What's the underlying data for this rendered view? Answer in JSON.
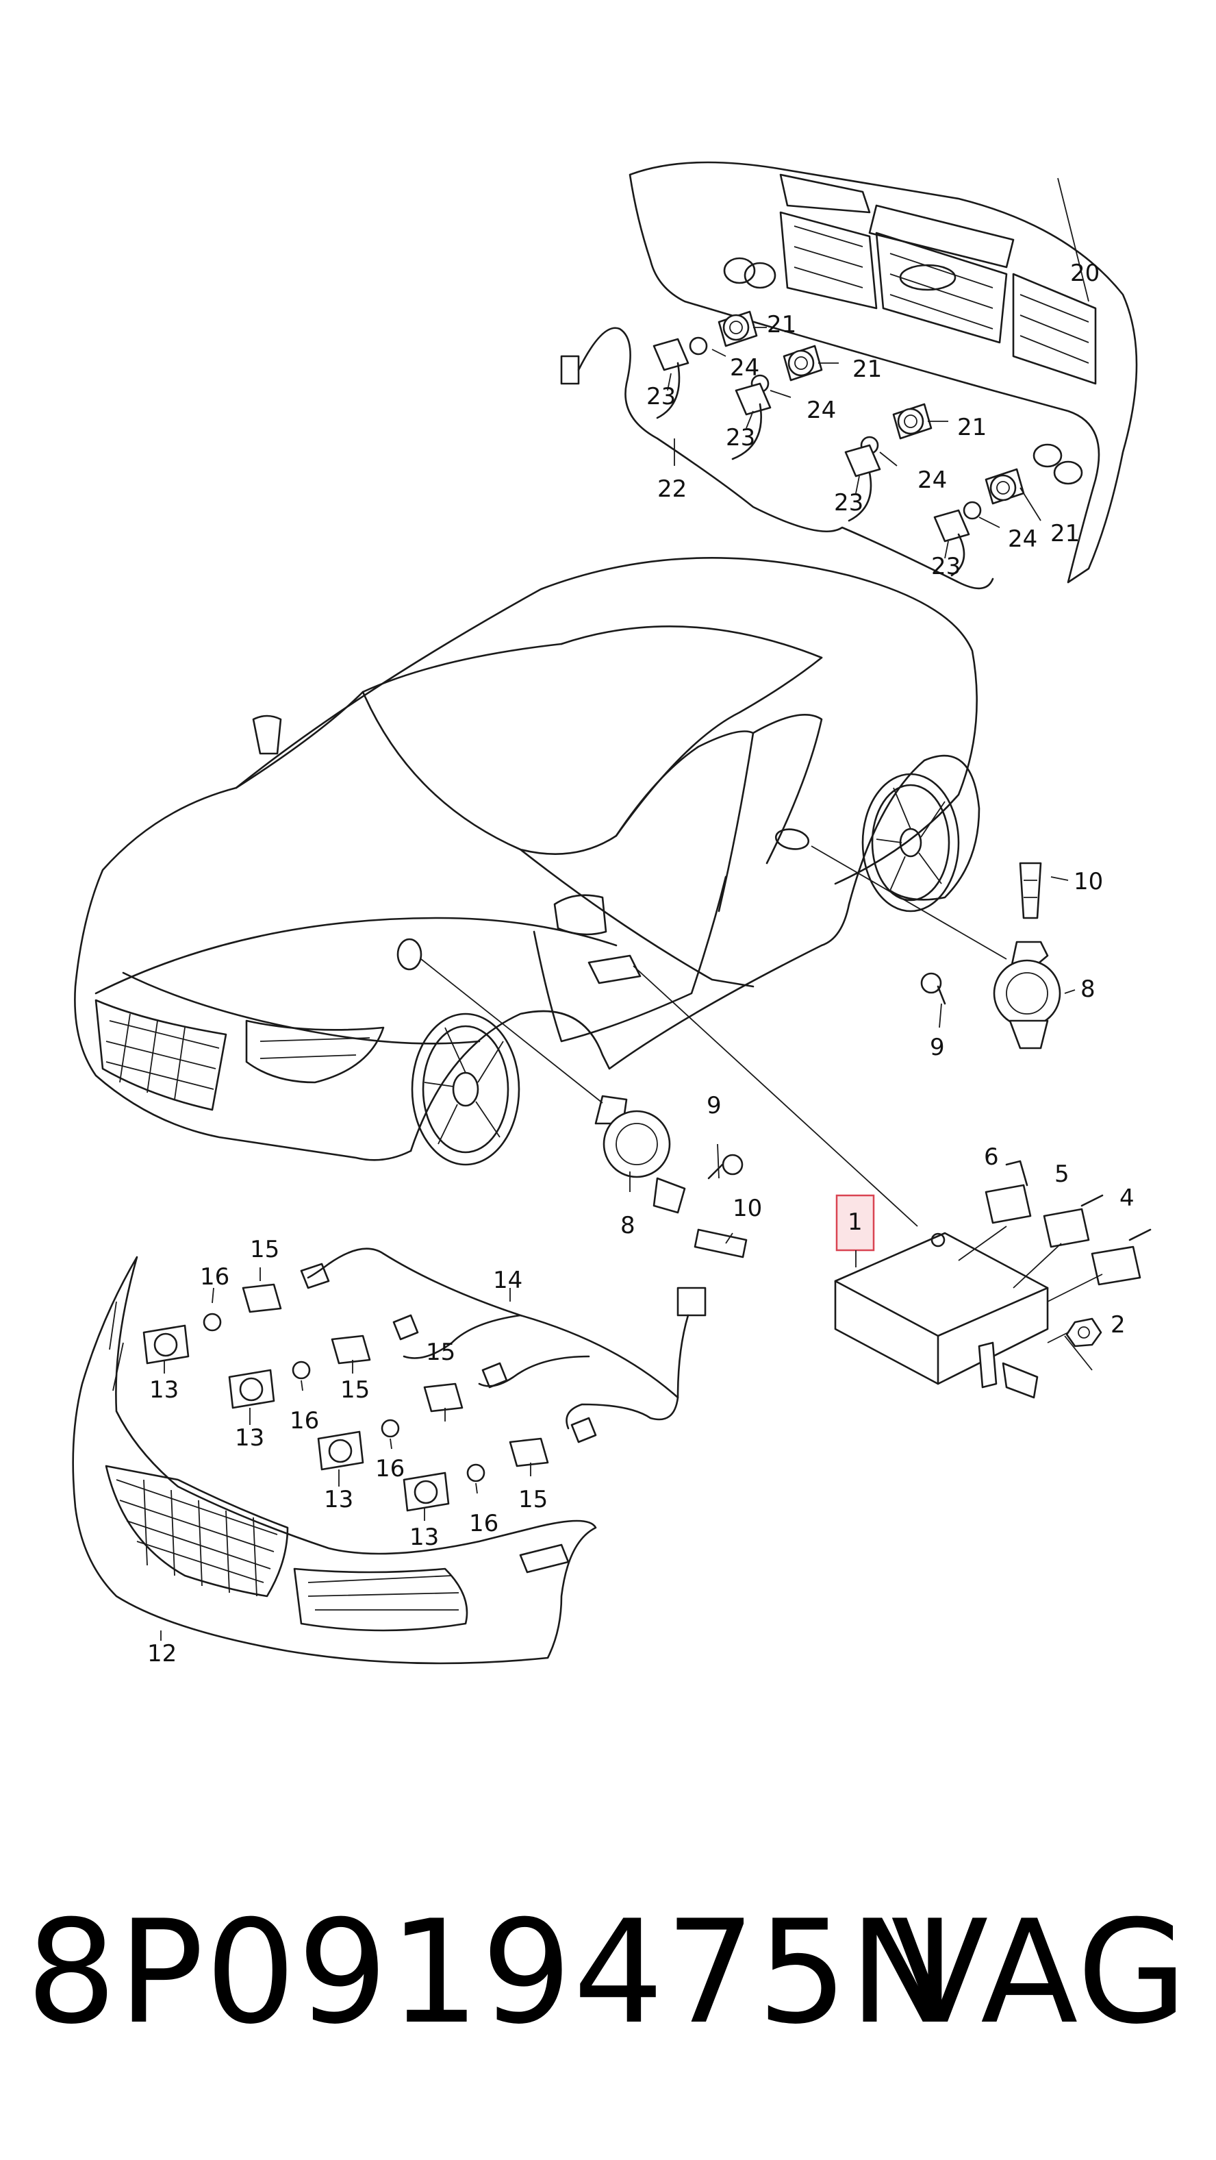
{
  "callouts": {
    "c1": "1",
    "c2": "2",
    "c4": "4",
    "c5": "5",
    "c6": "6",
    "c8a": "8",
    "c8b": "8",
    "c9a": "9",
    "c9b": "9",
    "c10a": "10",
    "c10b": "10",
    "c12": "12",
    "c13a": "13",
    "c13b": "13",
    "c13c": "13",
    "c13d": "13",
    "c14": "14",
    "c15a": "15",
    "c15b": "15",
    "c15c": "15",
    "c15d": "15",
    "c16a": "16",
    "c16b": "16",
    "c16c": "16",
    "c16d": "16",
    "c20": "20",
    "c21a": "21",
    "c21b": "21",
    "c21c": "21",
    "c21d": "21",
    "c22": "22",
    "c23a": "23",
    "c23b": "23",
    "c23c": "23",
    "c23d": "23",
    "c24a": "24",
    "c24b": "24",
    "c24c": "24",
    "c24d": "24"
  },
  "footer": {
    "part_number": "8P0919475N",
    "brand": "VAG"
  },
  "colors": {
    "line": "#1a1a1a",
    "highlight_fill": "#fbe4e6",
    "highlight_stroke": "#d94452"
  }
}
